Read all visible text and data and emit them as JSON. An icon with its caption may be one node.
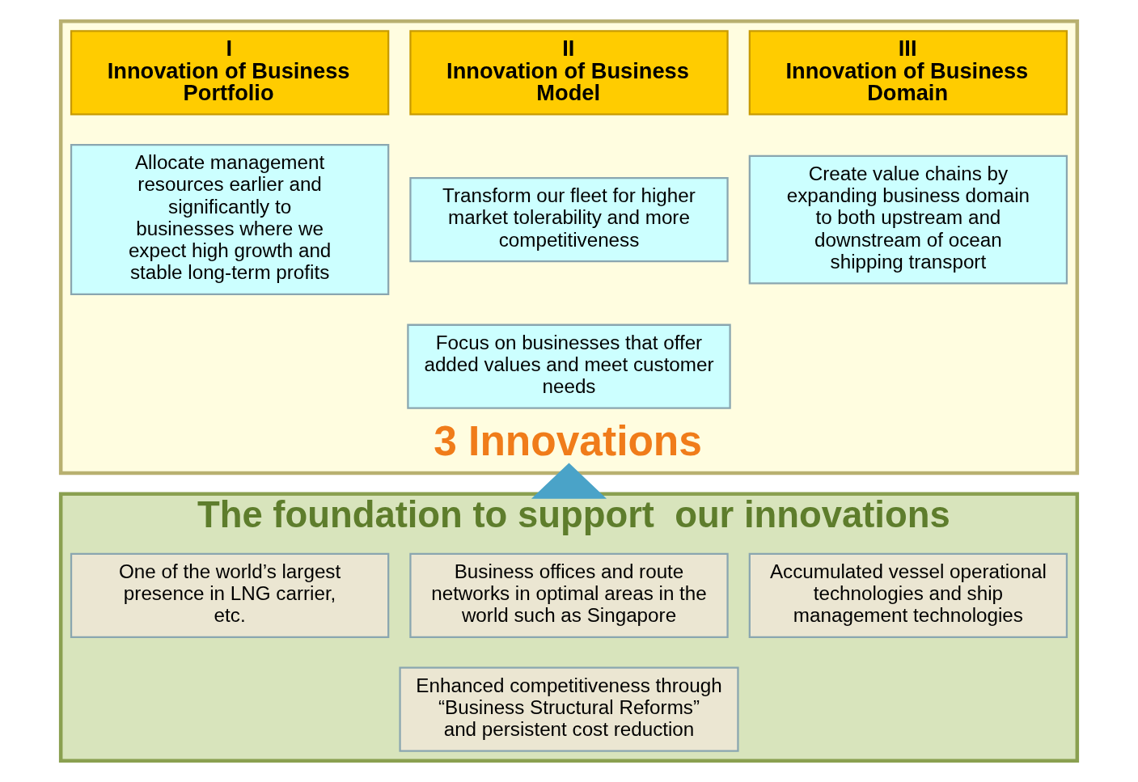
{
  "diagram": {
    "nodes": [
      {
        "text": [
          "3 Innovations"
        ]
      },
      {
        "text": [
          "I",
          "Innovation of Business Portfolio"
        ],
        "in": 0
      },
      {
        "text": [
          "Allocate management resources earlier and significantly to businesses where we expect high growth and stable long-term profits"
        ],
        "in": 0
      },
      {
        "text": [
          "II",
          "Innovation of Business Model"
        ],
        "in": 0
      },
      {
        "text": [
          "Transform our fleet for higher market tolerability and more competitiveness"
        ],
        "in": 0
      },
      {
        "text": [
          "Focus on businesses that offer added values and meet customer needs"
        ],
        "in": 0
      },
      {
        "text": [
          "III",
          "Innovation of Business Domain"
        ],
        "in": 0
      },
      {
        "text": [
          "Create value chains by expanding business domain to both upstream and downstream of ocean shipping transport"
        ],
        "in": 0
      },
      {
        "text": [
          "The foundation to support  our innovations"
        ]
      },
      {
        "text": [
          "One of the world’s largest presence in LNG carrier, etc."
        ],
        "in": 8
      },
      {
        "text": [
          "Business offices and route networks in optimal areas in the world such as Singapore"
        ],
        "in": 8
      },
      {
        "text": [
          "Enhanced competitiveness through “Business Structural Reforms” and persistent cost reduction"
        ],
        "in": 8
      },
      {
        "text": [
          "Accumulated vessel operational technologies and ship management technologies"
        ],
        "in": 8
      }
    ],
    "edges": [
      {
        "from": 8,
        "to": 0,
        "arrow": "to",
        "style": "thick"
      }
    ]
  }
}
